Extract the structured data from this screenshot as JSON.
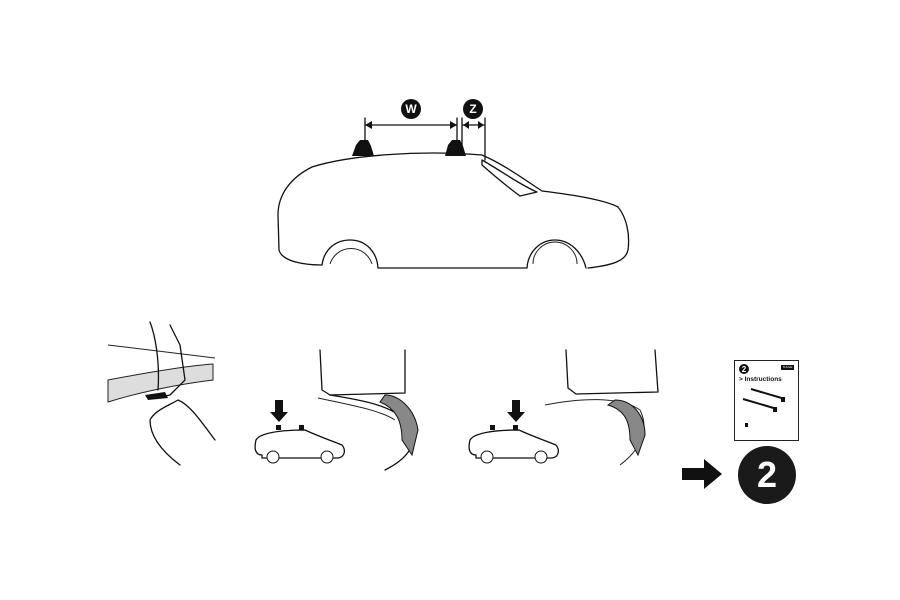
{
  "top_diagram": {
    "dimension_labels": [
      "W",
      "Z"
    ]
  },
  "next_step": {
    "booklet_number": "2",
    "booklet_title": "> Instructions",
    "booklet_logo": "THULE",
    "step_number": "2",
    "arrow_icon": "right-arrow-icon"
  }
}
